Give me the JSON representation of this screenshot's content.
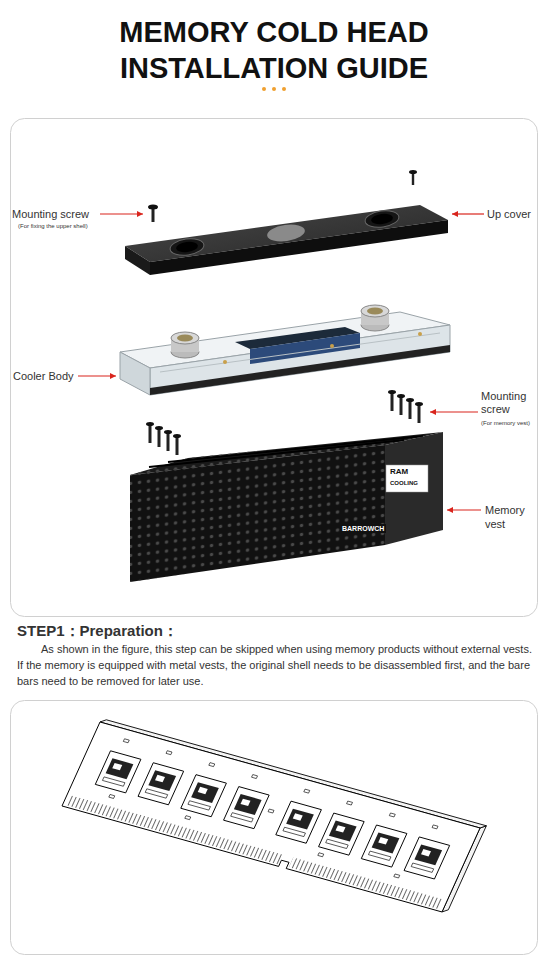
{
  "diagram": {
    "title": "MEMORY COLD HEAD INSTALLATION GUIDE",
    "labels": [
      "Mounting screw",
      "(For fixing the upper shell)",
      "Up cover",
      "Cooler Body",
      "Mounting screw",
      "(For memory vest)",
      "Memory vest",
      "RAM",
      "COOLING",
      "BARROWCH",
      "STEP1：Preparation：",
      "As shown in the figure, this step can be skipped when using memory products without external vests. If the memory is equipped with metal vests, the original shell needs to be disassembled first, and the bare bars need to be removed for later use."
    ]
  }
}
